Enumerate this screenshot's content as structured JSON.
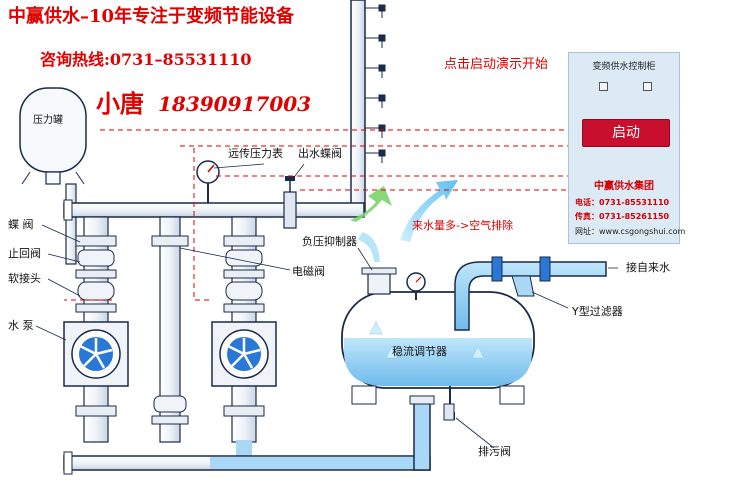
{
  "header": {
    "title": "中赢供水–10年专注于变频节能设备",
    "hotline": "咨询热线:0731–85531110",
    "contact_name": "小唐",
    "contact_phone": "18390917003"
  },
  "demo_hint": "点击启动演示开始",
  "panel": {
    "title": "变频供水控制柜",
    "start_label": "启动",
    "group": "中赢供水集团",
    "phone": "电话：0731-85531110",
    "fax": "传真：0731-85261150",
    "website": "网址：www.csgongshui.com"
  },
  "labels": {
    "pressure_tank": "压力罐",
    "remote_gauge": "远传压力表",
    "outlet_valve": "出水蝶阀",
    "butterfly_valve": "蝶 阀",
    "check_valve": "止回阀",
    "soft_joint": "软接头",
    "pump": "水 泵",
    "neg_pressure": "负压抑制器",
    "solenoid": "电磁阀",
    "air_exhaust": "来水量多->空气排除",
    "inlet": "接自来水",
    "y_filter": "Y型过滤器",
    "stabilizer": "稳流调节器",
    "drain_valve": "排污阀"
  },
  "colors": {
    "accent_red": "#e00000",
    "pipe_blue": "#2a78d6",
    "water_light": "#a8d8f5",
    "pipe_outline": "#1a2a4a",
    "panel_bg": "#dceaf5",
    "button_red": "#c8102e"
  }
}
